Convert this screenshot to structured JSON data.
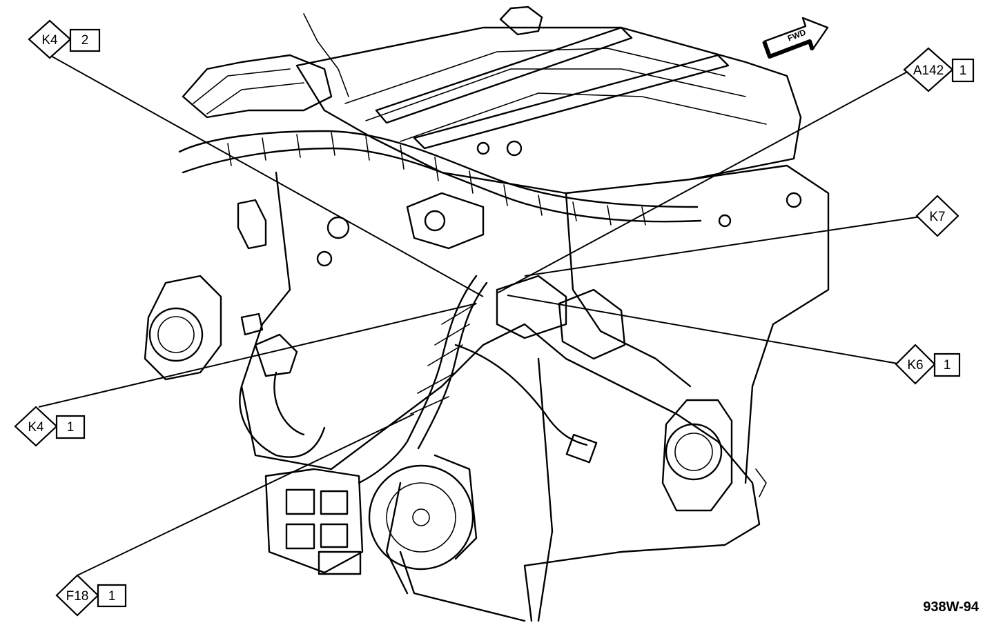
{
  "figure_id": "938W-94",
  "fwd_arrow": {
    "label": "FWD"
  },
  "callouts": [
    {
      "id": "k4-2",
      "code": "K4",
      "pin": "2"
    },
    {
      "id": "a142-1",
      "code": "A142",
      "pin": "1"
    },
    {
      "id": "k7",
      "code": "K7",
      "pin": ""
    },
    {
      "id": "k6-1",
      "code": "K6",
      "pin": "1"
    },
    {
      "id": "k4-1",
      "code": "K4",
      "pin": "1"
    },
    {
      "id": "f18-1",
      "code": "F18",
      "pin": "1"
    }
  ]
}
